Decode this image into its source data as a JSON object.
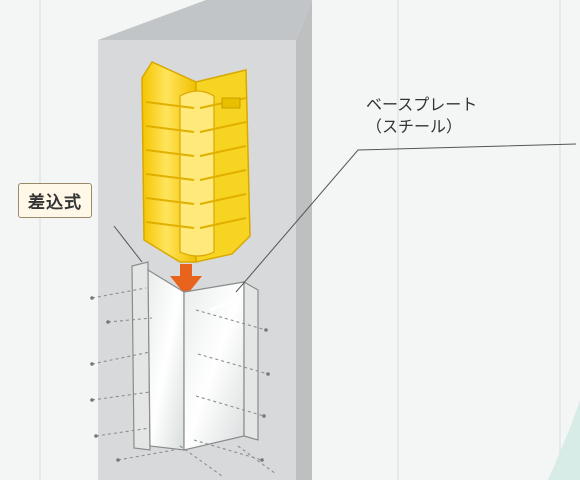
{
  "labels": {
    "insert_type": "差込式",
    "base_plate_line1": "ベースプレート",
    "base_plate_line2": "（スチール）"
  }
}
